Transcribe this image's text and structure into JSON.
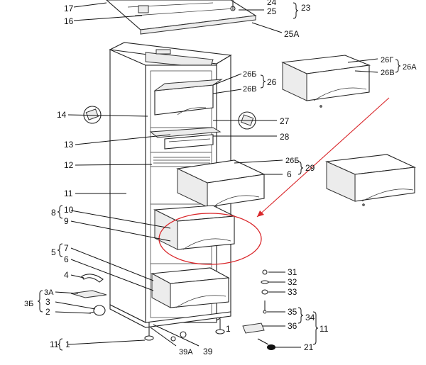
{
  "callouts": {
    "c17": "17",
    "c16": "16",
    "c24": "24",
    "c25": "25",
    "c23": "23",
    "c25A": "25A",
    "c26G": "26Г",
    "c26B_a": "26В",
    "c26A": "26А",
    "c26Bb_a": "26Б",
    "c26B_b": "26В",
    "c26": "26",
    "c14": "14",
    "c27": "27",
    "c13": "13",
    "c28": "28",
    "c12": "12",
    "c26Bb_b": "26Б",
    "c6_top": "6",
    "c29": "29",
    "c11_left": "11",
    "c8": "8",
    "c10": "10",
    "c9": "9",
    "c5": "5",
    "c7": "7",
    "c6_left": "6",
    "c4": "4",
    "c3A": "3А",
    "c3B": "3Б",
    "c3": "3",
    "c2": "2",
    "c31": "31",
    "c32": "32",
    "c33": "33",
    "c35": "35",
    "c34": "34",
    "c36": "36",
    "c11_right": "11",
    "c1_small": "1",
    "c11_bottom": "11",
    "c1_bottom": "1",
    "c39A": "39А",
    "c39": "39",
    "c21": "21"
  },
  "colors": {
    "highlight": "#d9262a",
    "line": "#111111",
    "part_fill": "#ececec"
  }
}
